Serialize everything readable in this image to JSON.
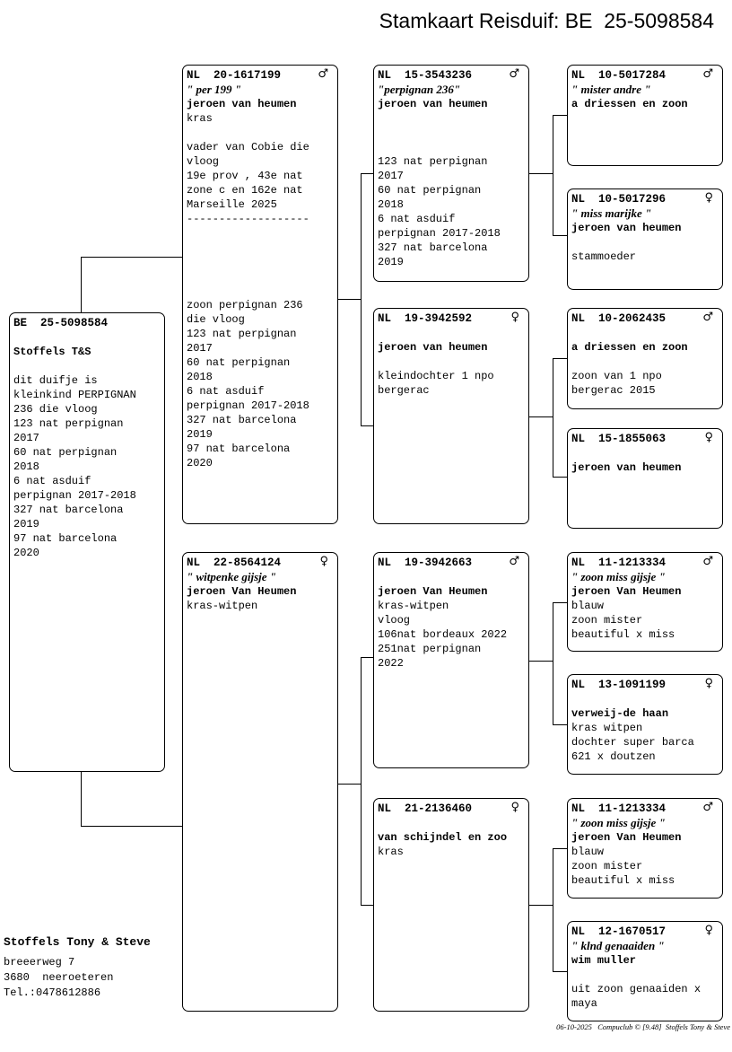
{
  "title": "Stamkaart Reisduif: BE  25-5098584",
  "pigeons": [
    {
      "ring": "BE  25-5098584",
      "sex": "",
      "lines": [
        {
          "t": "",
          "s": ""
        },
        {
          "t": "Stoffels T&S",
          "s": "breeder"
        },
        {
          "t": "",
          "s": ""
        },
        {
          "t": "dit duifje is",
          "s": ""
        },
        {
          "t": "kleinkind PERPIGNAN",
          "s": ""
        },
        {
          "t": "236 die vloog",
          "s": ""
        },
        {
          "t": "123 nat perpignan",
          "s": ""
        },
        {
          "t": "2017",
          "s": ""
        },
        {
          "t": "60 nat perpignan",
          "s": ""
        },
        {
          "t": "2018",
          "s": ""
        },
        {
          "t": "6 nat asduif",
          "s": ""
        },
        {
          "t": "perpignan 2017-2018",
          "s": ""
        },
        {
          "t": "327 nat barcelona",
          "s": ""
        },
        {
          "t": "2019",
          "s": ""
        },
        {
          "t": "97 nat barcelona",
          "s": ""
        },
        {
          "t": "2020",
          "s": ""
        }
      ]
    },
    {
      "ring": "NL  20-1617199",
      "sex": "♂",
      "lines": [
        {
          "t": "\" per 199 \"",
          "s": "nickname"
        },
        {
          "t": "jeroen van heumen",
          "s": "breeder"
        },
        {
          "t": "kras",
          "s": ""
        },
        {
          "t": "",
          "s": ""
        },
        {
          "t": "vader van Cobie die",
          "s": ""
        },
        {
          "t": "vloog",
          "s": ""
        },
        {
          "t": "19e prov , 43e nat",
          "s": ""
        },
        {
          "t": "zone c en 162e nat",
          "s": ""
        },
        {
          "t": "Marseille 2025",
          "s": ""
        },
        {
          "t": "-------------------",
          "s": ""
        },
        {
          "t": "",
          "s": ""
        },
        {
          "t": "",
          "s": ""
        },
        {
          "t": "",
          "s": ""
        },
        {
          "t": "",
          "s": ""
        },
        {
          "t": "",
          "s": ""
        },
        {
          "t": "zoon perpignan 236",
          "s": ""
        },
        {
          "t": "die vloog",
          "s": ""
        },
        {
          "t": "123 nat perpignan",
          "s": ""
        },
        {
          "t": "2017",
          "s": ""
        },
        {
          "t": "60 nat perpignan",
          "s": ""
        },
        {
          "t": "2018",
          "s": ""
        },
        {
          "t": "6 nat asduif",
          "s": ""
        },
        {
          "t": "perpignan 2017-2018",
          "s": ""
        },
        {
          "t": "327 nat barcelona",
          "s": ""
        },
        {
          "t": "2019",
          "s": ""
        },
        {
          "t": "97 nat barcelona",
          "s": ""
        },
        {
          "t": "2020",
          "s": ""
        }
      ]
    },
    {
      "ring": "NL  22-8564124",
      "sex": "♀",
      "lines": [
        {
          "t": "\" witpenke gijsje \"",
          "s": "nickname"
        },
        {
          "t": "jeroen Van Heumen",
          "s": "breeder"
        },
        {
          "t": "kras-witpen",
          "s": ""
        }
      ]
    },
    {
      "ring": "NL  15-3543236",
      "sex": "♂",
      "lines": [
        {
          "t": "\"perpignan 236\"",
          "s": "nickname"
        },
        {
          "t": "jeroen van heumen",
          "s": "breeder"
        },
        {
          "t": "",
          "s": ""
        },
        {
          "t": "",
          "s": ""
        },
        {
          "t": "",
          "s": ""
        },
        {
          "t": "123 nat perpignan",
          "s": ""
        },
        {
          "t": "2017",
          "s": ""
        },
        {
          "t": "60 nat perpignan",
          "s": ""
        },
        {
          "t": "2018",
          "s": ""
        },
        {
          "t": "6 nat asduif",
          "s": ""
        },
        {
          "t": "perpignan 2017-2018",
          "s": ""
        },
        {
          "t": "327 nat barcelona",
          "s": ""
        },
        {
          "t": "2019",
          "s": ""
        }
      ]
    },
    {
      "ring": "NL  19-3942592",
      "sex": "♀",
      "lines": [
        {
          "t": "",
          "s": ""
        },
        {
          "t": "jeroen van heumen",
          "s": "breeder"
        },
        {
          "t": "",
          "s": ""
        },
        {
          "t": "kleindochter 1 npo",
          "s": ""
        },
        {
          "t": "bergerac",
          "s": ""
        }
      ]
    },
    {
      "ring": "NL  19-3942663",
      "sex": "♂",
      "lines": [
        {
          "t": "",
          "s": ""
        },
        {
          "t": "jeroen Van Heumen",
          "s": "breeder"
        },
        {
          "t": "kras-witpen",
          "s": ""
        },
        {
          "t": "vloog",
          "s": ""
        },
        {
          "t": "106nat bordeaux 2022",
          "s": ""
        },
        {
          "t": "251nat perpignan",
          "s": ""
        },
        {
          "t": "2022",
          "s": ""
        }
      ]
    },
    {
      "ring": "NL  21-2136460",
      "sex": "♀",
      "lines": [
        {
          "t": "",
          "s": ""
        },
        {
          "t": "van schijndel en zoo",
          "s": "breeder"
        },
        {
          "t": "kras",
          "s": ""
        }
      ]
    },
    {
      "ring": "NL  10-5017284",
      "sex": "♂",
      "lines": [
        {
          "t": "\" mister andre \"",
          "s": "nickname"
        },
        {
          "t": "a driessen en zoon",
          "s": "breeder"
        }
      ]
    },
    {
      "ring": "NL  10-5017296",
      "sex": "♀",
      "lines": [
        {
          "t": "\" miss marijke \"",
          "s": "nickname"
        },
        {
          "t": "jeroen van heumen",
          "s": "breeder"
        },
        {
          "t": "",
          "s": ""
        },
        {
          "t": "stammoeder",
          "s": ""
        }
      ]
    },
    {
      "ring": "NL  10-2062435",
      "sex": "♂",
      "lines": [
        {
          "t": "",
          "s": ""
        },
        {
          "t": "a driessen en zoon",
          "s": "breeder"
        },
        {
          "t": "",
          "s": ""
        },
        {
          "t": "zoon van 1 npo",
          "s": ""
        },
        {
          "t": "bergerac 2015",
          "s": ""
        }
      ]
    },
    {
      "ring": "NL  15-1855063",
      "sex": "♀",
      "lines": [
        {
          "t": "",
          "s": ""
        },
        {
          "t": "jeroen van heumen",
          "s": "breeder"
        }
      ]
    },
    {
      "ring": "NL  11-1213334",
      "sex": "♂",
      "lines": [
        {
          "t": "\" zoon miss gijsje \"",
          "s": "nickname"
        },
        {
          "t": "jeroen Van Heumen",
          "s": "breeder"
        },
        {
          "t": "blauw",
          "s": ""
        },
        {
          "t": "zoon mister",
          "s": ""
        },
        {
          "t": "beautiful x miss",
          "s": ""
        }
      ]
    },
    {
      "ring": "NL  13-1091199",
      "sex": "♀",
      "lines": [
        {
          "t": "",
          "s": ""
        },
        {
          "t": "verweij-de haan",
          "s": "breeder"
        },
        {
          "t": "kras witpen",
          "s": ""
        },
        {
          "t": "dochter super barca",
          "s": ""
        },
        {
          "t": "621 x doutzen",
          "s": ""
        }
      ]
    },
    {
      "ring": "NL  11-1213334",
      "sex": "♂",
      "lines": [
        {
          "t": "\" zoon miss gijsje \"",
          "s": "nickname"
        },
        {
          "t": "jeroen Van Heumen",
          "s": "breeder"
        },
        {
          "t": "blauw",
          "s": ""
        },
        {
          "t": "zoon mister",
          "s": ""
        },
        {
          "t": "beautiful x miss",
          "s": ""
        }
      ]
    },
    {
      "ring": "NL  12-1670517",
      "sex": "♀",
      "lines": [
        {
          "t": "\" klnd genaaiden \"",
          "s": "nickname"
        },
        {
          "t": "wim muller",
          "s": "breeder"
        },
        {
          "t": "",
          "s": ""
        },
        {
          "t": "uit zoon genaaiden x",
          "s": ""
        },
        {
          "t": "maya",
          "s": ""
        }
      ]
    }
  ],
  "owner": {
    "name": "Stoffels Tony & Steve",
    "address": "breeerweg 7",
    "city": "3680  neeroeteren",
    "phone": "Tel.:0478612886"
  },
  "footer": "06-10-2025   Compuclub © [9.48]  Stoffels Tony & Steve"
}
